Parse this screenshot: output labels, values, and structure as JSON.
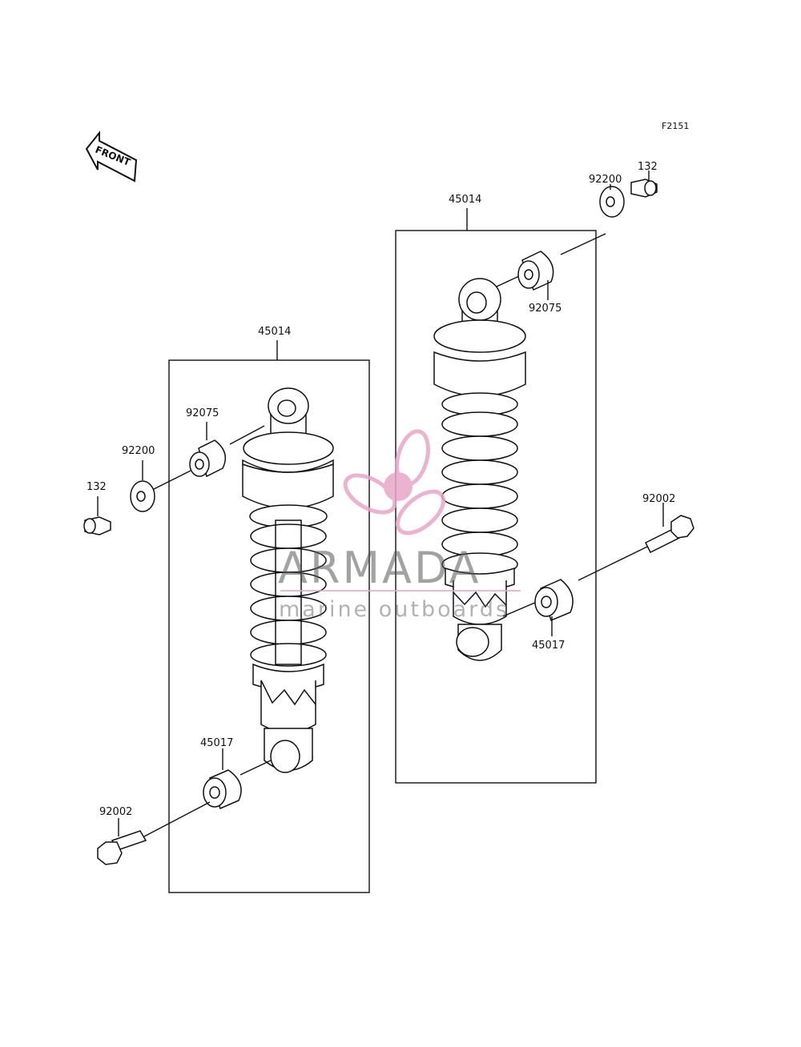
{
  "diagram_code": "F2151",
  "front_label": "FRONT",
  "callouts": {
    "left_assembly": "45014",
    "right_assembly": "45014",
    "left_bushing_top": "92075",
    "left_washer": "92200",
    "left_bolt_top": "132",
    "left_bushing_bottom": "45017",
    "left_bolt_bottom": "92002",
    "right_washer": "92200",
    "right_bolt_top": "132",
    "right_bushing_top": "92075",
    "right_bolt_bottom": "92002",
    "right_bushing_bottom": "45017"
  },
  "watermark": {
    "brand": "ARMADA",
    "tagline": "marine outboards",
    "color": "#e8a6c8"
  }
}
